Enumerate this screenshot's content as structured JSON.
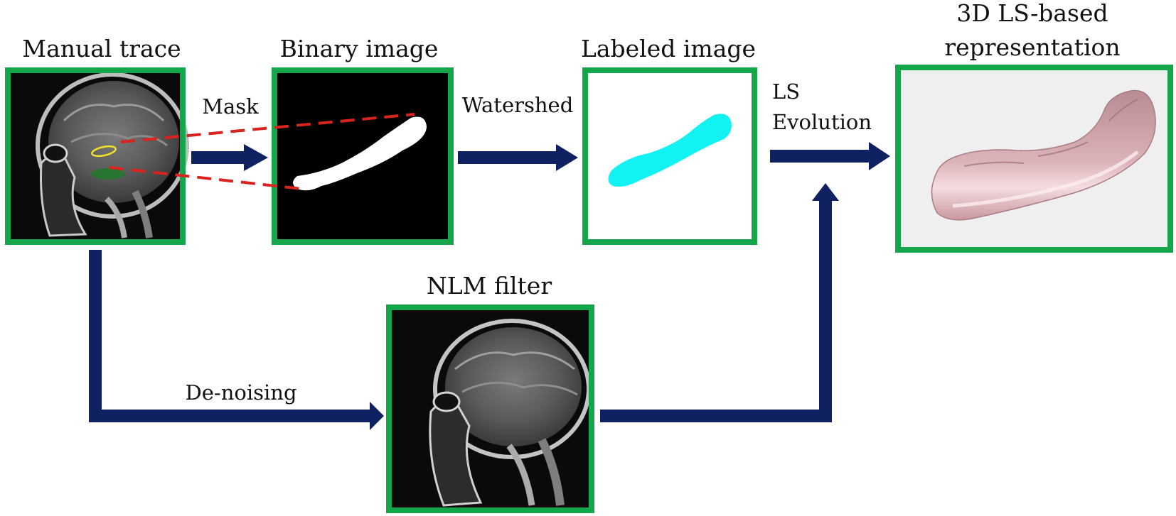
{
  "colors": {
    "frame": "#13a64a",
    "arrow": "#0f2160",
    "dashed": "#d9231f",
    "segment": "#13f2f2",
    "surface": "#d4a4aa",
    "panel_bg": "#efefef"
  },
  "nodes": {
    "manual_trace": {
      "title": "Manual trace"
    },
    "binary_image": {
      "title": "Binary image"
    },
    "labeled_image": {
      "title": "Labeled image"
    },
    "ls_representation": {
      "title_line1": "3D LS-based",
      "title_line2": "representation"
    },
    "nlm_filter": {
      "title": "NLM filter"
    }
  },
  "edges": {
    "mask": "Mask",
    "watershed": "Watershed",
    "ls_evolution_line1": "LS",
    "ls_evolution_line2": "Evolution",
    "denoising": "De-noising"
  }
}
